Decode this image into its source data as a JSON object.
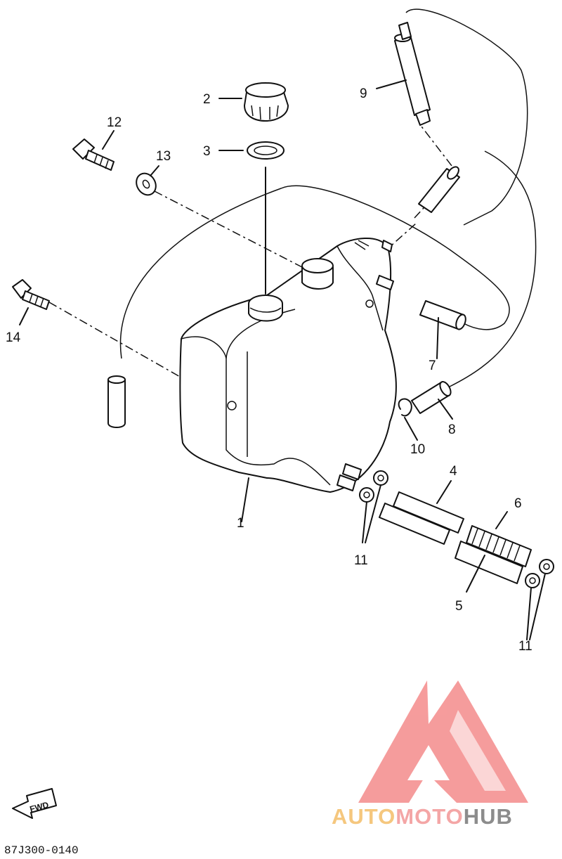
{
  "diagram": {
    "part_labels": {
      "p1": "1",
      "p2": "2",
      "p3": "3",
      "p4": "4",
      "p5": "5",
      "p6": "6",
      "p7": "7",
      "p8": "8",
      "p9": "9",
      "p10": "10",
      "p11a": "11",
      "p11b": "11",
      "p12": "12",
      "p13": "13",
      "p14": "14"
    },
    "fwd_label": "FWD",
    "drawing_code": "87J300-0140"
  },
  "watermark": {
    "part1": "AUTO",
    "part2": "MOTO",
    "part3": "HUB",
    "colors": {
      "auto": "#f5c77e",
      "moto": "#f4a6a6",
      "hub": "#8c8c8c",
      "logo": "#f48b8b"
    }
  }
}
